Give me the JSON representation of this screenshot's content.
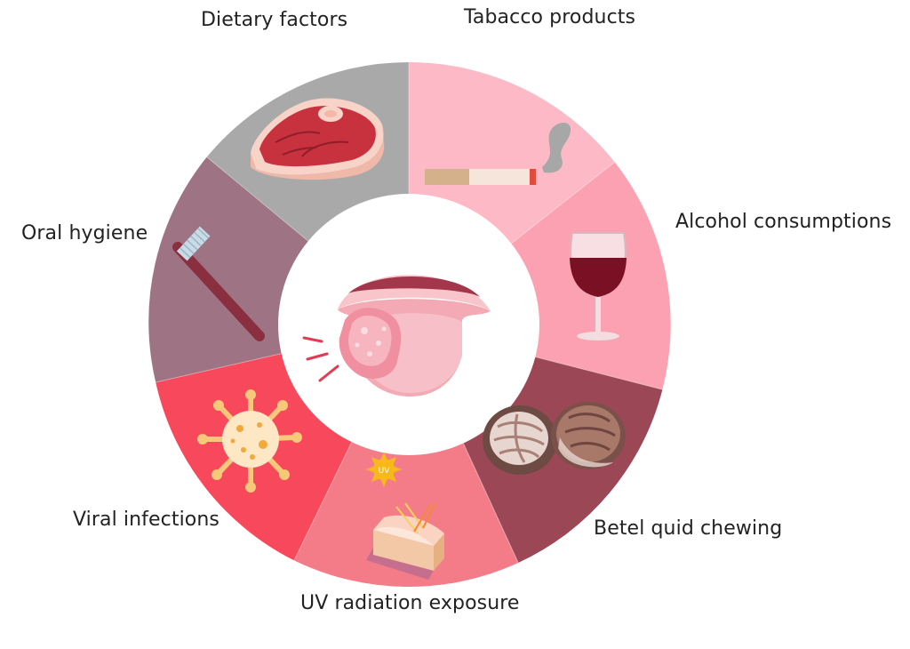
{
  "labels": {
    "dietary": "Dietary factors",
    "tobacco": "Tabacco products",
    "alcohol": "Alcohol consumptions",
    "oral_hygiene": "Oral hygiene",
    "betel": "Betel quid chewing",
    "viral": "Viral infections",
    "uv": "UV radiation exposure",
    "uv_badge": "UV"
  },
  "colors": {
    "dietary": "#a9a9a9",
    "tobacco": "#fdbac6",
    "alcohol": "#fba1b1",
    "betel": "#9b4755",
    "uv": "#f47c88",
    "viral": "#f7495b",
    "oral_hygiene": "#9e7383",
    "center": "#ffffff"
  },
  "icons": [
    "steak-icon",
    "cigarette-icon",
    "wine-glass-icon",
    "betel-nut-icon",
    "skin-layer-icon",
    "virus-icon",
    "toothbrush-icon",
    "mouth-tongue-icon"
  ]
}
